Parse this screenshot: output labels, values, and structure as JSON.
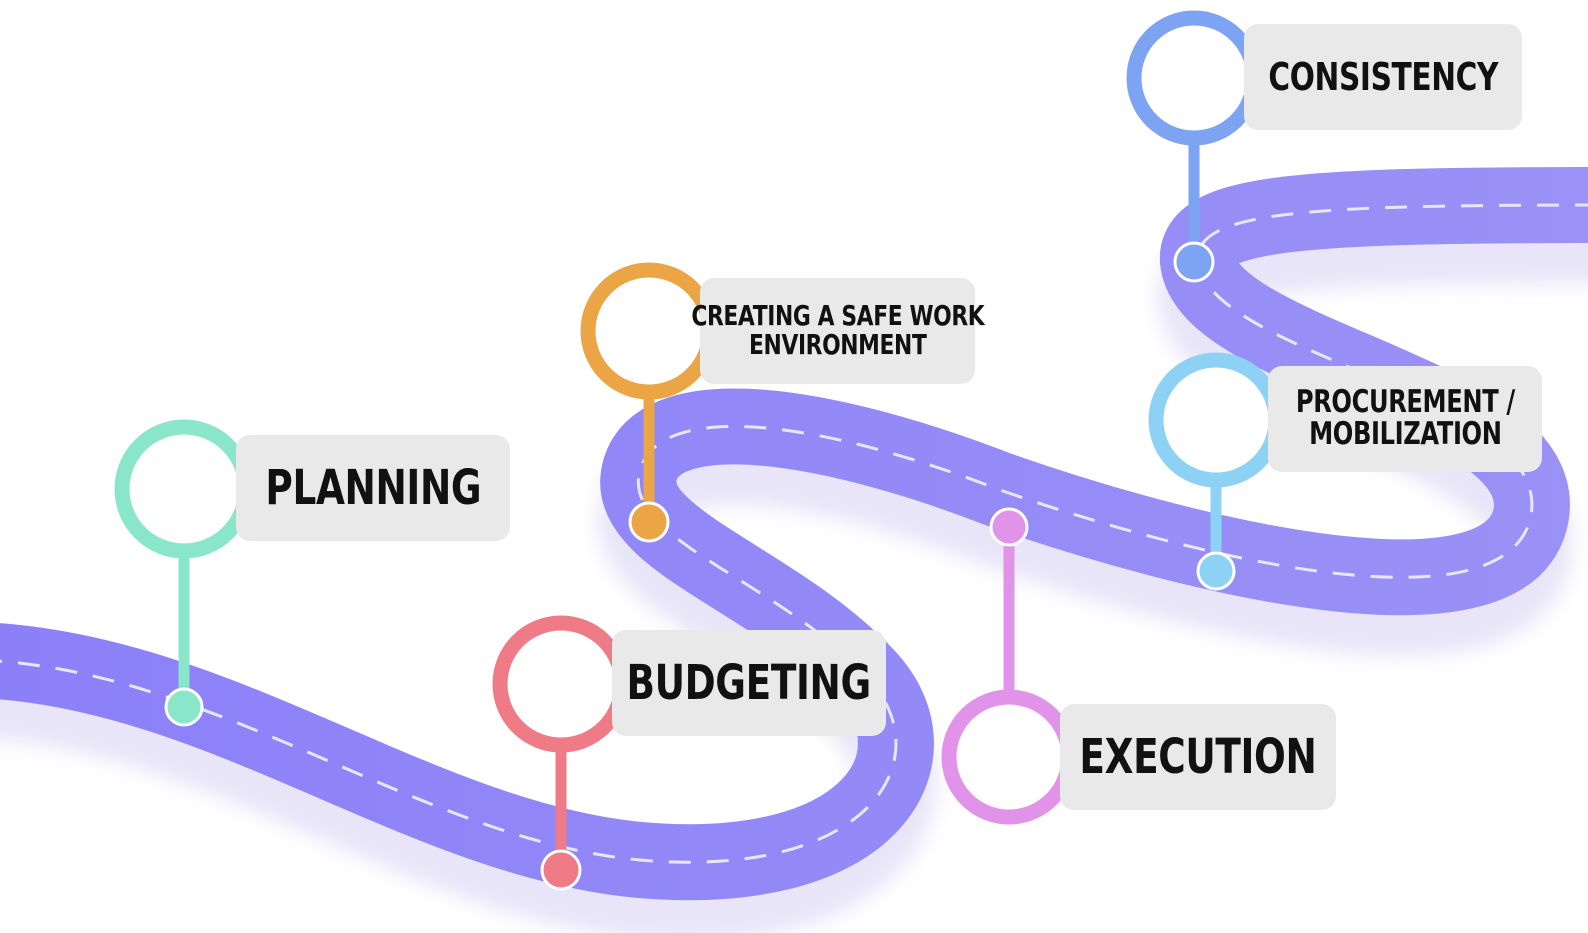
{
  "diagram": {
    "road_color": "#8f86f7",
    "road_dash_color": "#dcdcff",
    "label_box_color": "#e9e9ea",
    "milestones": [
      {
        "id": "planning",
        "label": "PLANNING",
        "color": "#8ae6c9",
        "icon": "ring-marker-icon"
      },
      {
        "id": "budgeting",
        "label": "BUDGETING",
        "color": "#ee7b86",
        "icon": "ring-marker-icon"
      },
      {
        "id": "safe-work",
        "label": "CREATING A SAFE WORK ENVIRONMENT",
        "line1": "CREATING A SAFE WORK",
        "line2": "ENVIRONMENT",
        "color": "#eba545",
        "icon": "ring-marker-icon"
      },
      {
        "id": "execution",
        "label": "EXECUTION",
        "color": "#e193ea",
        "icon": "ring-marker-icon"
      },
      {
        "id": "procurement",
        "label": "PROCUREMENT / MOBILIZATION",
        "line1": "PROCUREMENT /",
        "line2": "MOBILIZATION",
        "color": "#8dd2f5",
        "icon": "ring-marker-icon"
      },
      {
        "id": "consistency",
        "label": "CONSISTENCY",
        "color": "#7da3f3",
        "icon": "ring-marker-icon"
      }
    ]
  }
}
